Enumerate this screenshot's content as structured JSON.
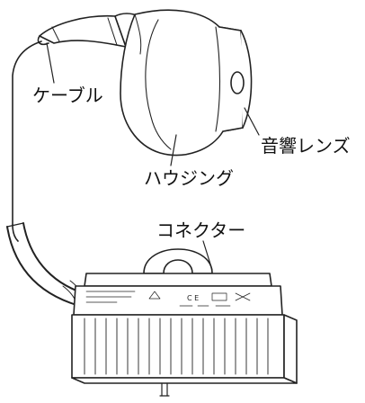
{
  "labels": {
    "cable": "ケーブル",
    "acoustic_lens": "音響レンズ",
    "housing": "ハウジング",
    "connector": "コネクター"
  },
  "colors": {
    "line": "#222222",
    "fill": "#ffffff",
    "label_text": "#111111"
  }
}
